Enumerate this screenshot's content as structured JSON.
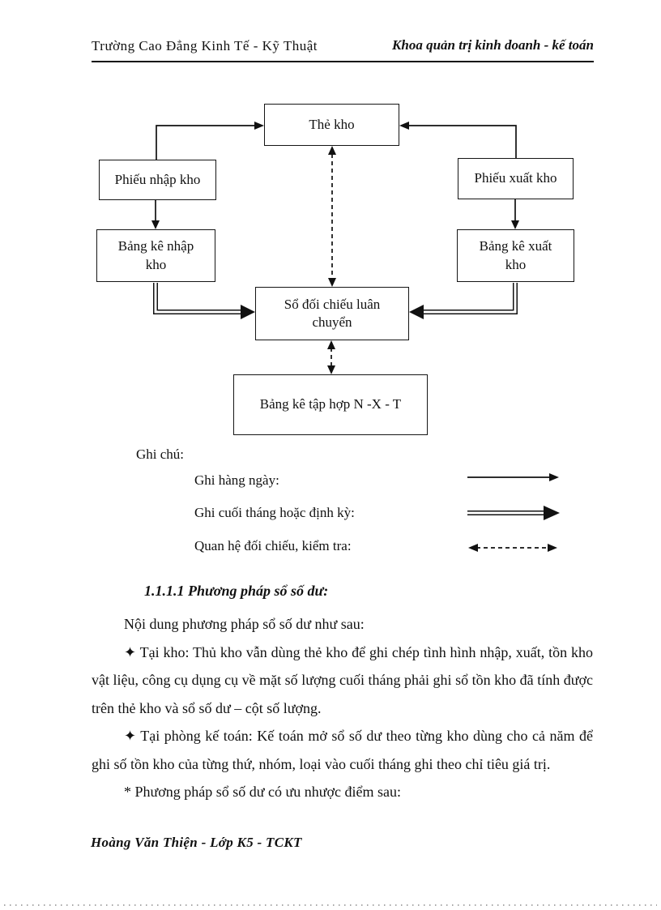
{
  "header": {
    "left": "Trường  Cao Đẳng  Kinh  Tế - Kỹ Thuật",
    "right": "Khoa quản trị kinh doanh - kế toán"
  },
  "diagram": {
    "boxes": {
      "the_kho": "Thẻ kho",
      "phieu_nhap_kho": "Phiếu nhập kho",
      "phieu_xuat_kho": "Phiếu xuất kho",
      "bang_ke_nhap_kho": "Bảng kê nhập kho",
      "bang_ke_xuat_kho": "Bảng kê xuất kho",
      "so_doi_chieu": "Sổ đối chiếu luân chuyển",
      "bang_ke_tap_hop": "Bảng kê tập hợp N -X - T"
    },
    "legend": {
      "title": "Ghi chú:",
      "items": [
        {
          "label": "Ghi hàng ngày:",
          "style": "solid-arrow"
        },
        {
          "label": "Ghi cuối tháng hoặc định kỳ:",
          "style": "double-line-arrow"
        },
        {
          "label": "Quan hệ đối chiếu, kiểm tra:",
          "style": "dashed-double-arrow"
        }
      ]
    }
  },
  "section": {
    "heading": "1.1.1.1 Phương pháp sổ số dư:",
    "paragraphs": [
      "Nội dung phương pháp sổ số dư như sau:",
      "✦ Tại kho: Thủ kho vẫn dùng thẻ kho để ghi chép tình hình nhập, xuất, tồn kho vật liệu, công cụ dụng cụ về mặt số lượng cuối tháng phải ghi sổ tồn kho đã tính được trên thẻ kho và sổ số dư – cột số lượng.",
      "✦ Tại phòng kế toán: Kế toán mở sổ số dư theo từng kho dùng cho cả năm để ghi số tồn kho của từng thứ, nhóm, loại vào cuối tháng ghi theo chỉ tiêu giá trị.",
      "* Phương pháp sổ số dư có ưu nhược điểm sau:"
    ]
  },
  "footer": {
    "text": "Hoàng Văn Thiện  - Lớp K5 - TCKT"
  },
  "colors": {
    "ink": "#111111",
    "dotted_rule": "#a8a8a8"
  }
}
